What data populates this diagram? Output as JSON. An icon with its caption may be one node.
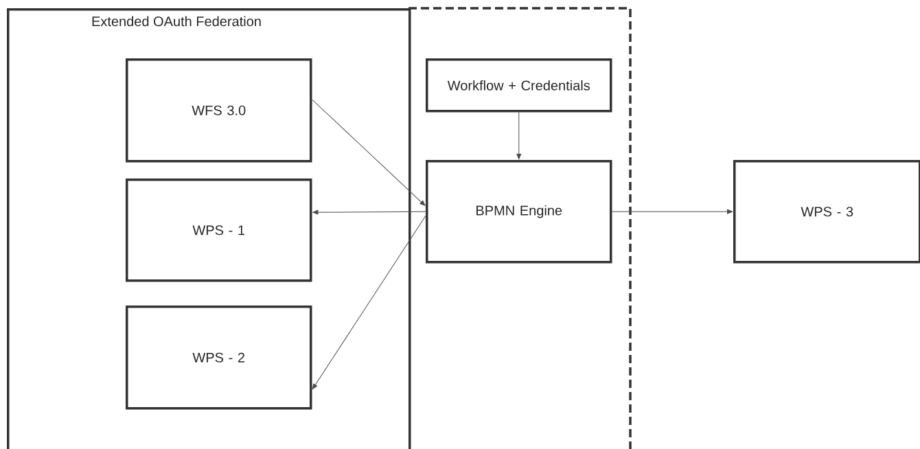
{
  "diagram": {
    "nodes": [
      {
        "text": [
          "Extended OAuth Federation"
        ]
      },
      {
        "text": [
          "WFS 3.0"
        ],
        "in": 0
      },
      {
        "text": [
          "WPS - 1"
        ],
        "in": 0
      },
      {
        "text": [
          "WPS - 2"
        ],
        "in": 0
      },
      {
        "text": [],
        "shape": "box"
      },
      {
        "text": [
          "Workflow + Credentials"
        ],
        "in": 4
      },
      {
        "text": [
          "BPMN Engine"
        ],
        "in": 4
      },
      {
        "text": [
          "WPS - 3"
        ]
      }
    ],
    "edges": [
      {
        "from": 1,
        "to": 6,
        "arrow": "to"
      },
      {
        "from": 6,
        "to": 2,
        "arrow": "to"
      },
      {
        "from": 6,
        "to": 3,
        "arrow": "to"
      },
      {
        "from": 5,
        "to": 6,
        "arrow": "to"
      },
      {
        "from": 6,
        "to": 7,
        "arrow": "to"
      }
    ]
  }
}
